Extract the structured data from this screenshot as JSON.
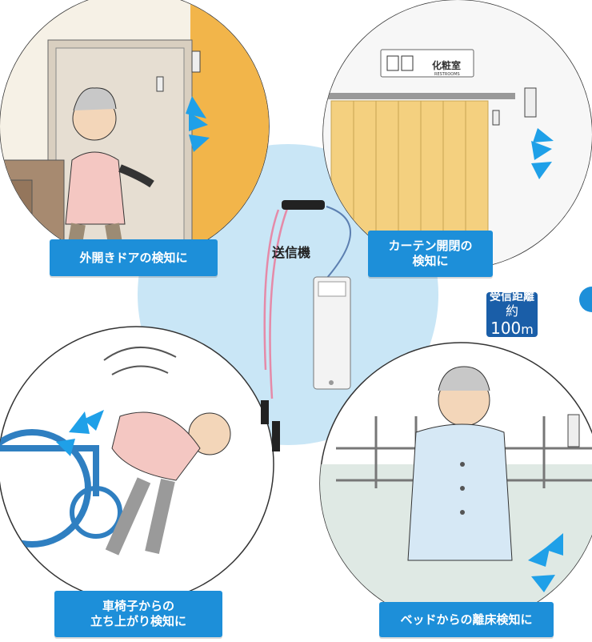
{
  "scenes": {
    "door": {
      "caption": "外開きドアの検知に"
    },
    "curtain": {
      "caption_line1": "カーテン開閉の",
      "caption_line2": "検知に",
      "sign_text": "化粧室",
      "sign_sub": "RESTROOMS"
    },
    "wheelchair": {
      "caption_line1": "車椅子からの",
      "caption_line2": "立ち上がり検知に"
    },
    "bed": {
      "caption": "ベッドからの離床検知に"
    }
  },
  "center": {
    "label": "送信機"
  },
  "range_badge": {
    "title": "受信距離",
    "prefix": "約",
    "value": "100",
    "unit": "m"
  },
  "colors": {
    "accent": "#1d8fd9",
    "badge": "#1a5ea8",
    "bubble": "#c9e6f6",
    "signal": "#1fa0e8"
  }
}
